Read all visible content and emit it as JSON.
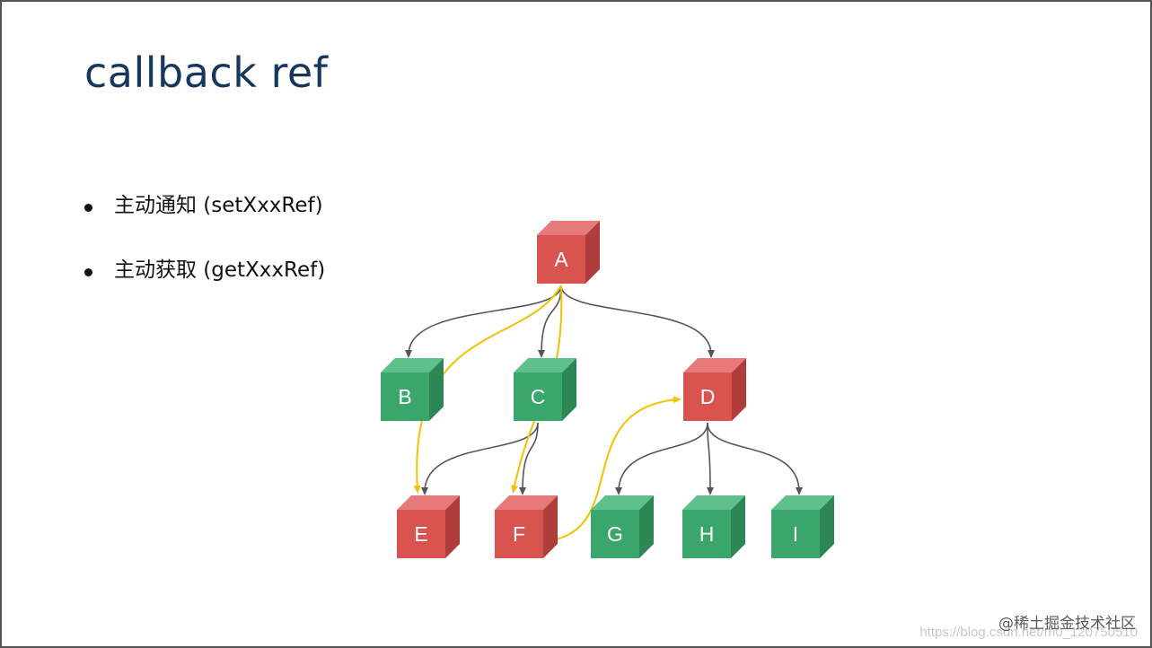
{
  "slide": {
    "title": "callback ref",
    "bullets": [
      {
        "text": "主动通知 (setXxxRef)"
      },
      {
        "text": "主动获取 (getXxxRef)"
      }
    ]
  },
  "diagram": {
    "colors": {
      "red_front": "#d9534f",
      "red_top": "#e8797a",
      "red_side": "#b03d3c",
      "green_front": "#3aa66c",
      "green_top": "#5fc08b",
      "green_side": "#2c8754",
      "tree_edge": "#555555",
      "ref_path": "#f2c200"
    },
    "nodes": [
      {
        "id": "A",
        "label": "A",
        "color": "red"
      },
      {
        "id": "B",
        "label": "B",
        "color": "green"
      },
      {
        "id": "C",
        "label": "C",
        "color": "green"
      },
      {
        "id": "D",
        "label": "D",
        "color": "red"
      },
      {
        "id": "E",
        "label": "E",
        "color": "red"
      },
      {
        "id": "F",
        "label": "F",
        "color": "red"
      },
      {
        "id": "G",
        "label": "G",
        "color": "green"
      },
      {
        "id": "H",
        "label": "H",
        "color": "green"
      },
      {
        "id": "I",
        "label": "I",
        "color": "green"
      }
    ],
    "tree_edges": [
      {
        "from": "A",
        "to": "B"
      },
      {
        "from": "A",
        "to": "C"
      },
      {
        "from": "A",
        "to": "D"
      },
      {
        "from": "C",
        "to": "E"
      },
      {
        "from": "C",
        "to": "F"
      },
      {
        "from": "D",
        "to": "G"
      },
      {
        "from": "D",
        "to": "H"
      },
      {
        "from": "D",
        "to": "I"
      }
    ],
    "ref_paths": [
      {
        "from": "A",
        "to": "E"
      },
      {
        "from": "A",
        "to": "F"
      },
      {
        "from": "F",
        "to": "D"
      }
    ]
  },
  "watermark": {
    "site": "@稀土掘金技术社区",
    "url": "https://blog.csdn.net/m0_120750510"
  }
}
